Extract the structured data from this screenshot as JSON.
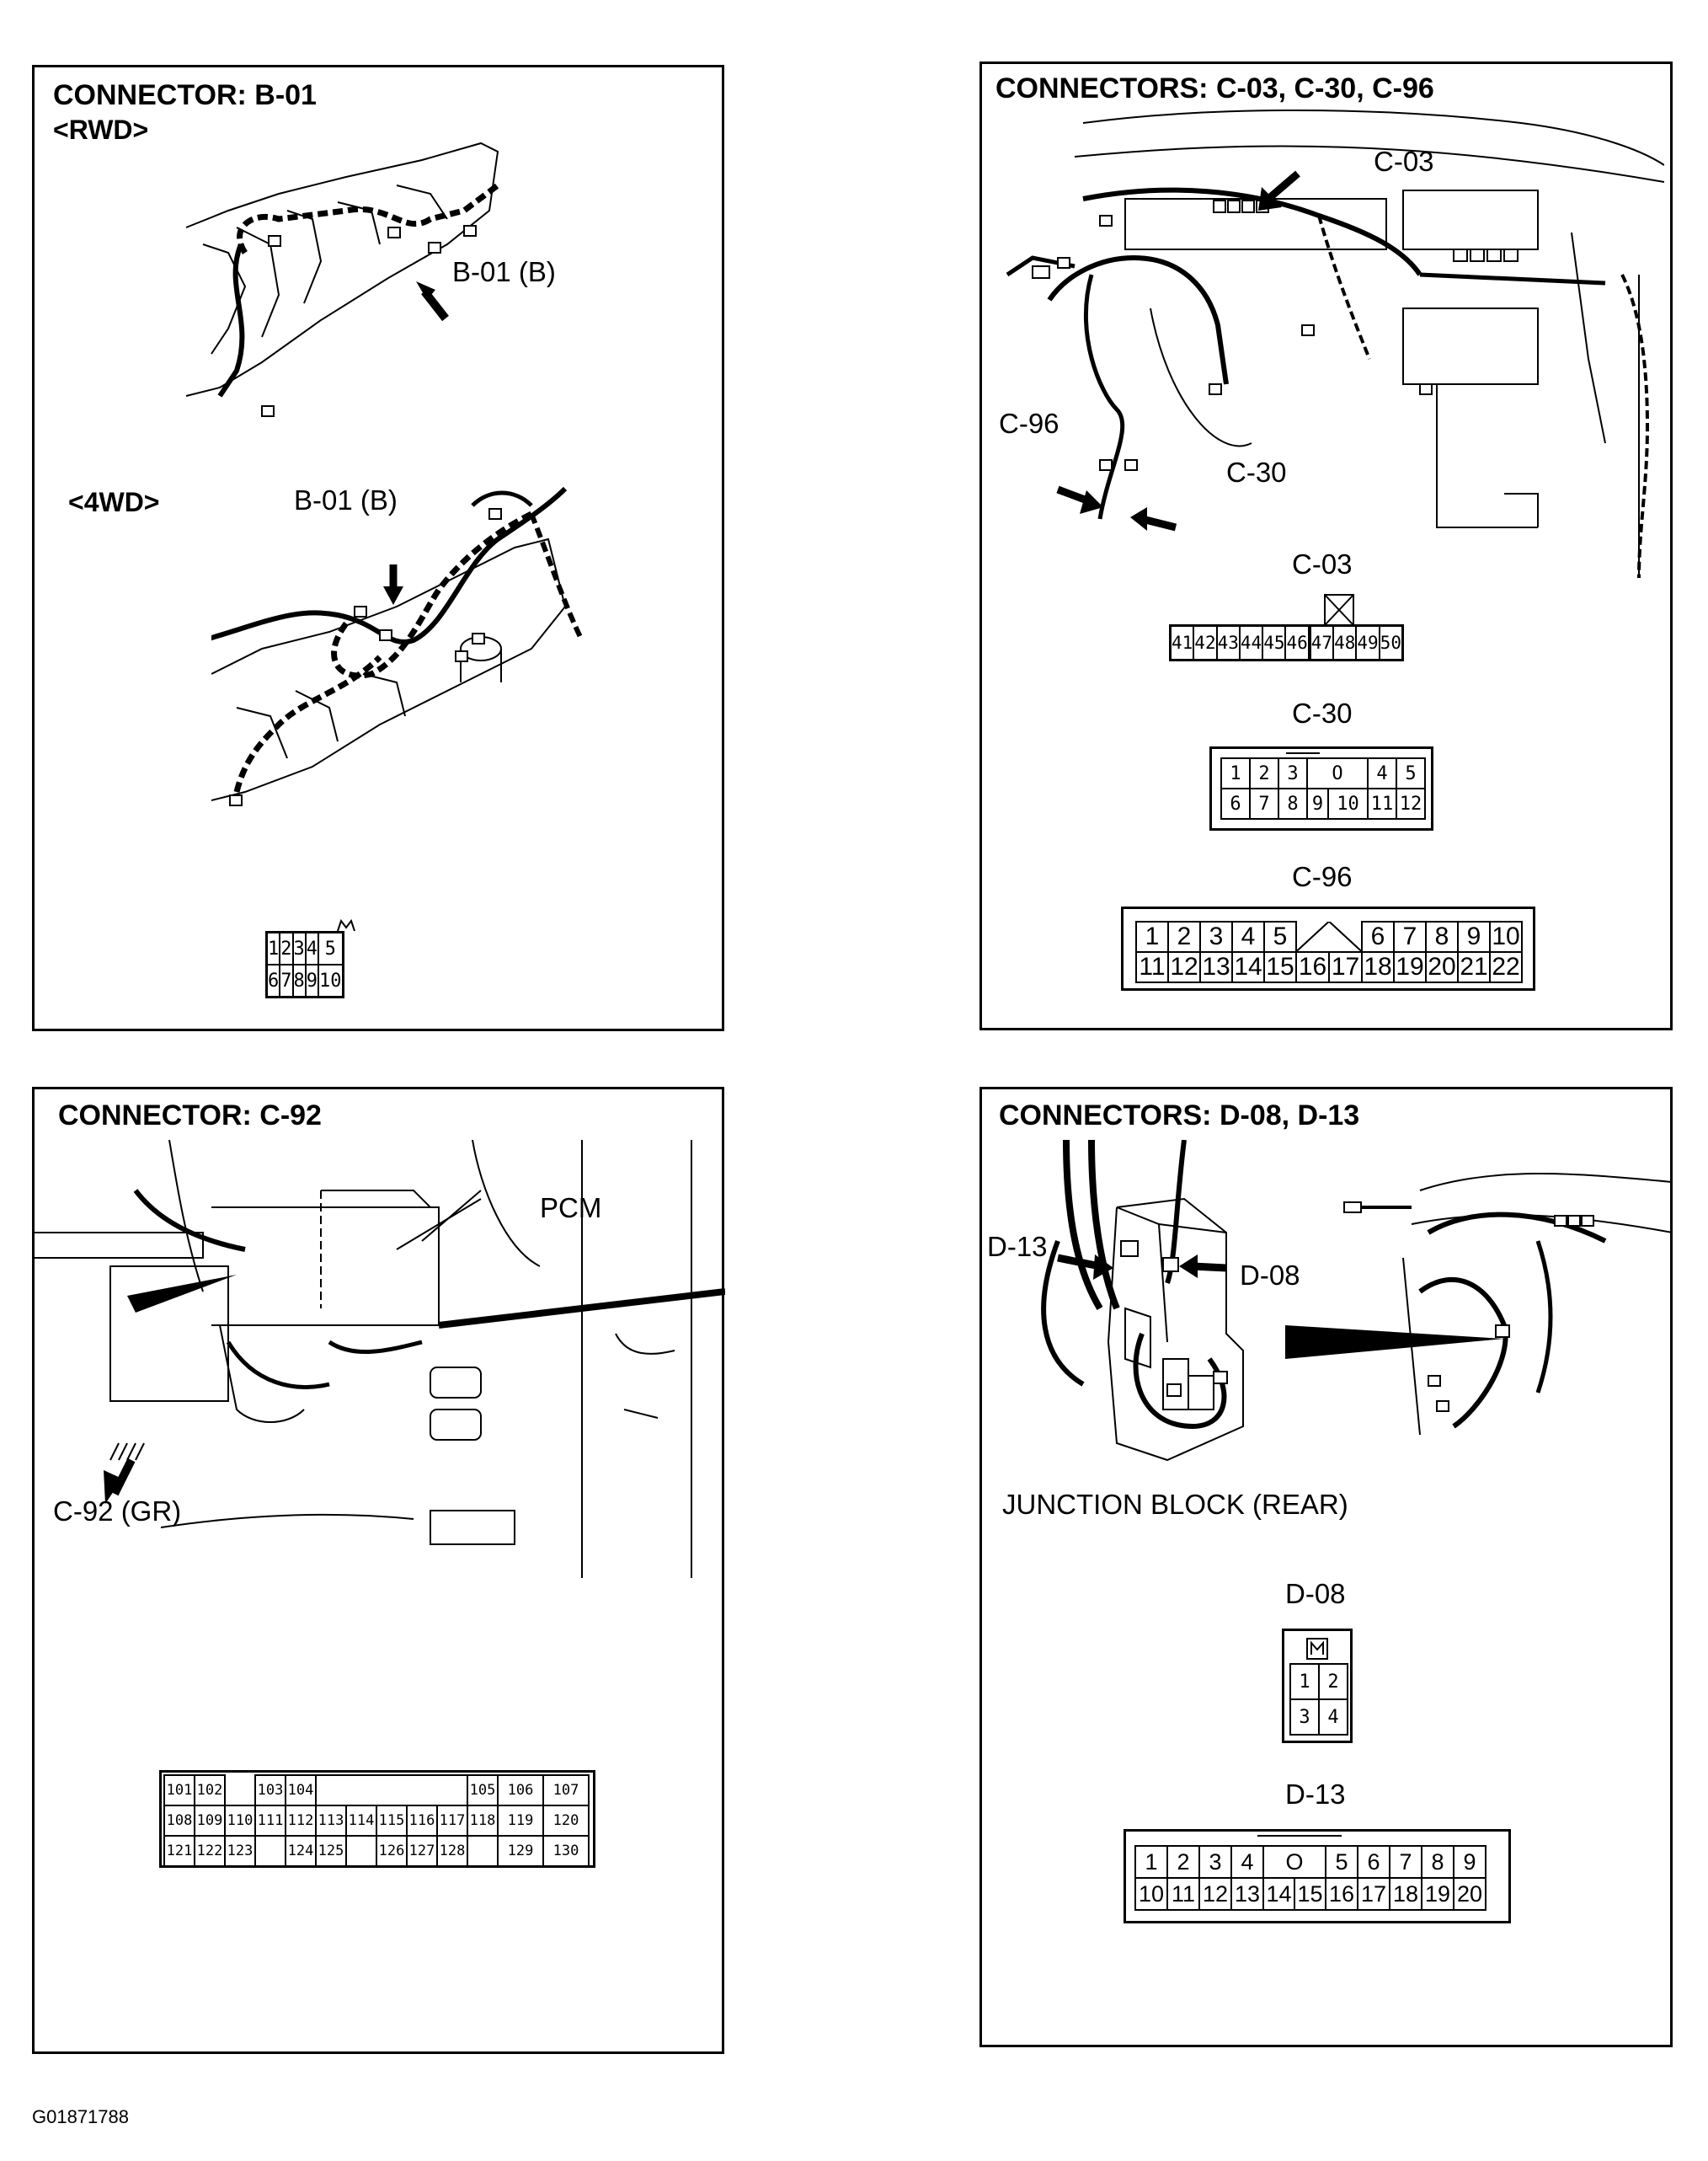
{
  "panels": {
    "b01": {
      "title": "CONNECTOR: B-01",
      "rwd_label": "<RWD>",
      "fwd_label": "<4WD>",
      "callout_rwd": "B-01 (B)",
      "callout_4wd": "B-01 (B)",
      "pins": [
        [
          "1",
          "2",
          "3",
          "4",
          "5"
        ],
        [
          "6",
          "7",
          "8",
          "9",
          "10"
        ]
      ]
    },
    "c03": {
      "title": "CONNECTORS: C-03, C-30, C-96",
      "callout_c03": "C-03",
      "callout_c96": "C-96",
      "callout_c30": "C-30",
      "c03_name": "C-03",
      "c03_pins": [
        "41",
        "42",
        "43",
        "44",
        "45",
        "46",
        "",
        "47",
        "48",
        "49",
        "50"
      ],
      "c30_name": "C-30",
      "c30_pins": [
        [
          "1",
          "2",
          "3",
          "O",
          "",
          "4",
          "5"
        ],
        [
          "6",
          "7",
          "8",
          "9",
          "10",
          "11",
          "12"
        ]
      ],
      "c96_name": "C-96",
      "c96_pins": [
        [
          "1",
          "2",
          "3",
          "4",
          "5",
          "",
          "",
          "6",
          "7",
          "8",
          "9",
          "10"
        ],
        [
          "11",
          "12",
          "13",
          "14",
          "15",
          "16",
          "17",
          "18",
          "19",
          "20",
          "21",
          "22"
        ]
      ]
    },
    "c92": {
      "title": "CONNECTOR: C-92",
      "callout_pcm": "PCM",
      "callout_c92": "C-92 (GR)",
      "pins": [
        [
          "101",
          "102",
          "",
          "103",
          "104",
          "",
          "",
          "",
          "",
          "",
          "105",
          "106",
          "107"
        ],
        [
          "108",
          "109",
          "110",
          "111",
          "112",
          "113",
          "114",
          "115",
          "116",
          "117",
          "118",
          "119",
          "120"
        ],
        [
          "121",
          "122",
          "123",
          "",
          "124",
          "125",
          "",
          "126",
          "127",
          "128",
          "",
          "129",
          "130"
        ]
      ]
    },
    "d08": {
      "title": "CONNECTORS: D-08, D-13",
      "callout_d13": "D-13",
      "callout_d08": "D-08",
      "junction_label": "JUNCTION BLOCK (REAR)",
      "d08_name": "D-08",
      "d08_pins": [
        [
          "1",
          "2"
        ],
        [
          "3",
          "4"
        ]
      ],
      "d13_name": "D-13",
      "d13_pins": [
        [
          "1",
          "2",
          "3",
          "4",
          "O",
          "",
          "5",
          "6",
          "7",
          "8",
          "9"
        ],
        [
          "10",
          "11",
          "12",
          "13",
          "14",
          "15",
          "16",
          "17",
          "18",
          "19",
          "20"
        ]
      ]
    }
  },
  "figure_code": "G01871788"
}
